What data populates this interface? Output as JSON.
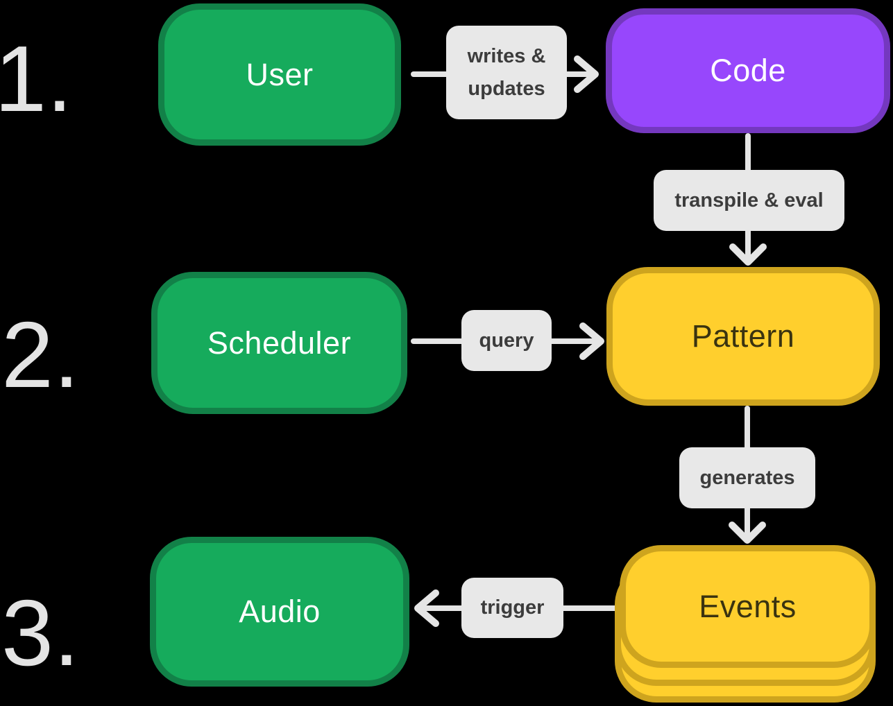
{
  "diagram": {
    "steps": [
      {
        "number": "1."
      },
      {
        "number": "2."
      },
      {
        "number": "3."
      }
    ],
    "nodes": {
      "user": {
        "label": "User"
      },
      "code": {
        "label": "Code"
      },
      "scheduler": {
        "label": "Scheduler"
      },
      "pattern": {
        "label": "Pattern"
      },
      "events": {
        "label": "Events"
      },
      "audio": {
        "label": "Audio"
      }
    },
    "edges": {
      "writes_updates": {
        "line1": "writes &",
        "line2": "updates"
      },
      "transpile_eval": {
        "label": "transpile & eval"
      },
      "query": {
        "label": "query"
      },
      "generates": {
        "label": "generates"
      },
      "trigger": {
        "label": "trigger"
      }
    },
    "colors": {
      "background": "#000000",
      "green_fill": "#16AB5C",
      "green_border": "#128148",
      "purple_fill": "#9747FC",
      "purple_border": "#7438BF",
      "yellow_fill": "#FFCF2D",
      "yellow_border": "#CEA41E",
      "label_bg": "#E8E8E8",
      "label_text": "#3C3C3C",
      "arrow": "#E5E5E5",
      "number_text": "#E4E4E4",
      "node_text_light": "#FFFFFF",
      "node_text_dark": "#3A3310"
    }
  }
}
